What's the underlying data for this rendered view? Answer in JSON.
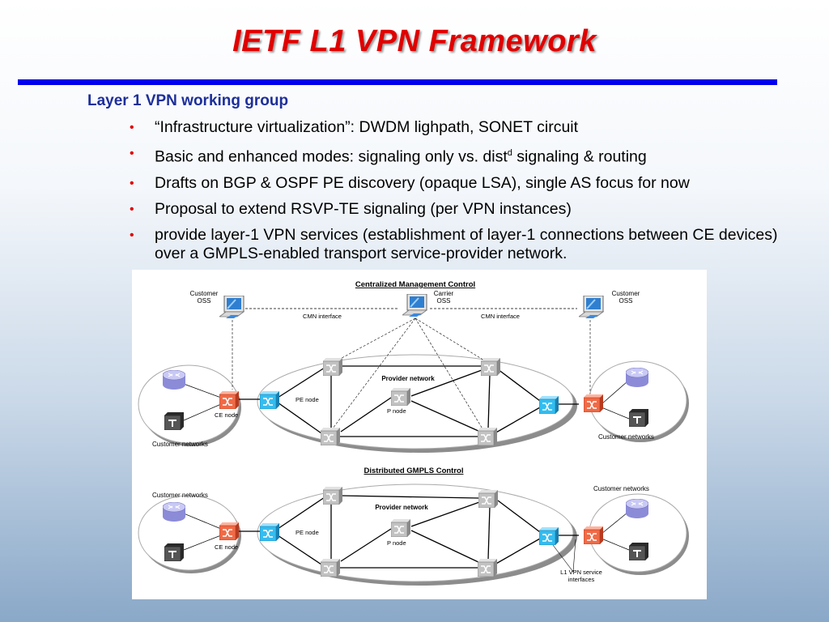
{
  "slide": {
    "title": "IETF L1 VPN Framework",
    "subtitle": "Layer 1 VPN working group",
    "bullets": [
      {
        "text": "“Infrastructure virtualization”:  DWDM lighpath, SONET circuit"
      },
      {
        "pre": "Basic and enhanced modes: signaling only vs. dist",
        "sup": "d",
        "post": " signaling & routing"
      },
      {
        "text": "Drafts on BGP & OSPF PE discovery (opaque LSA), single AS focus for now"
      },
      {
        "text": "Proposal to extend RSVP-TE signaling (per VPN instances)"
      },
      {
        "text": "provide layer-1 VPN services (establishment of layer-1 connections between CE devices) over a GMPLS-enabled transport service-provider network."
      }
    ],
    "colors": {
      "title": "#e00000",
      "rule": "#0000ee",
      "subtitle": "#1d2f9a",
      "bullet": "#e00000"
    }
  },
  "diagram": {
    "top": {
      "heading": "Centralized Management Control",
      "customer_oss_left": [
        "Customer",
        "OSS"
      ],
      "carrier_oss": [
        "Carrier",
        "OSS"
      ],
      "customer_oss_right": [
        "Customer",
        "OSS"
      ],
      "cmn_left": "CMN interface",
      "cmn_right": "CMN interface",
      "provider_network": "Provider network",
      "pe_node": "PE node",
      "p_node": "P node",
      "ce_node": "CE node",
      "customer_networks_left": "Customer networks",
      "customer_networks_right": "Customer networks"
    },
    "bottom": {
      "heading": "Distributed GMPLS Control",
      "customer_networks_left": "Customer networks",
      "customer_networks_right": "Customer networks",
      "provider_network": "Provider network",
      "pe_node": "PE node",
      "p_node": "P node",
      "ce_node": "CE node",
      "l1vpn": [
        "L1 VPN service",
        "interfaces"
      ]
    },
    "icons": {
      "switch": "optical-switch-icon",
      "pe_switch": "pe-switch-icon",
      "ce_switch": "ce-switch-icon",
      "router": "router-icon",
      "terminal": "terminal-icon",
      "oss": "computer-monitor-icon"
    },
    "colors": {
      "switch": "#b8b8b8",
      "pe": "#2bb5e8",
      "ce": "#f0603c",
      "router": "#a8a8e8",
      "terminal": "#505050"
    }
  }
}
